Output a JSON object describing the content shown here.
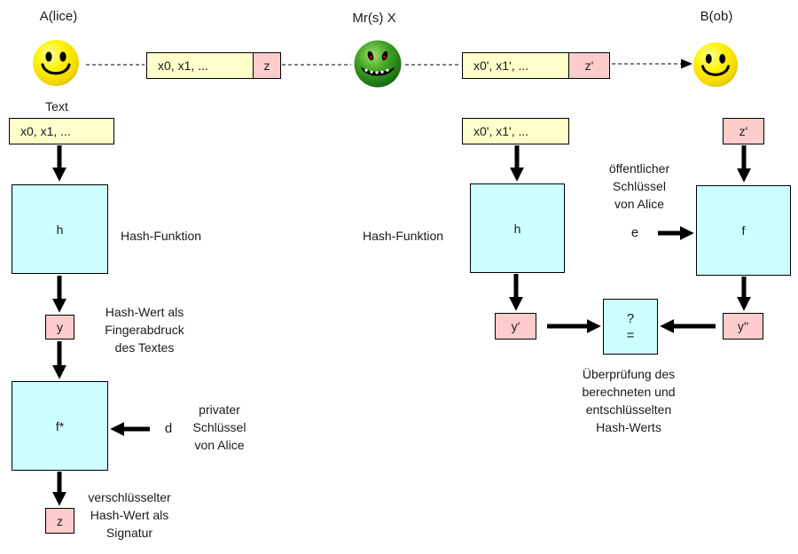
{
  "colors": {
    "yellow_box": "#FFFFCC",
    "pink_box": "#FFCCCC",
    "cyan_box": "#CCFFFF",
    "line": "#000000",
    "text": "#1A1A1A",
    "smiley_yellow": "#FFF200",
    "evil_green": "#2E8B1E"
  },
  "actors": {
    "alice": "A(lice)",
    "mrx": "Mr(s) X",
    "bob": "B(ob)"
  },
  "channel": {
    "msg_left": {
      "text": "x0, x1, ...",
      "tag": "z"
    },
    "msg_right": {
      "text": "x0', x1', ...",
      "tag": "z'"
    }
  },
  "left": {
    "text_label": "Text",
    "input_box": "x0, x1, ...",
    "hash_box": "h",
    "hash_label": "Hash-Funktion",
    "hash_value_box": "y",
    "hash_value_label": "Hash-Wert als\nFingerabdruck\ndes Textes",
    "sign_box": "f*",
    "key_symbol": "d",
    "key_label": "privater\nSchlüssel\nvon Alice",
    "signature_box": "z",
    "signature_label": "verschlüsselter\nHash-Wert als\nSignatur"
  },
  "right": {
    "input_box": "x0', x1', ...",
    "hash_box": "h",
    "hash_label": "Hash-Funktion",
    "hash_value_box": "y'",
    "received_sig_box": "z'",
    "decrypt_box": "f",
    "key_symbol": "e",
    "key_label": "öffentlicher\nSchlüssel\nvon Alice",
    "decrypted_box": "y''",
    "compare_box": "?\n=",
    "compare_label": "Überprüfung des\nberechneten und\nentschlüsselten\nHash-Werts"
  }
}
